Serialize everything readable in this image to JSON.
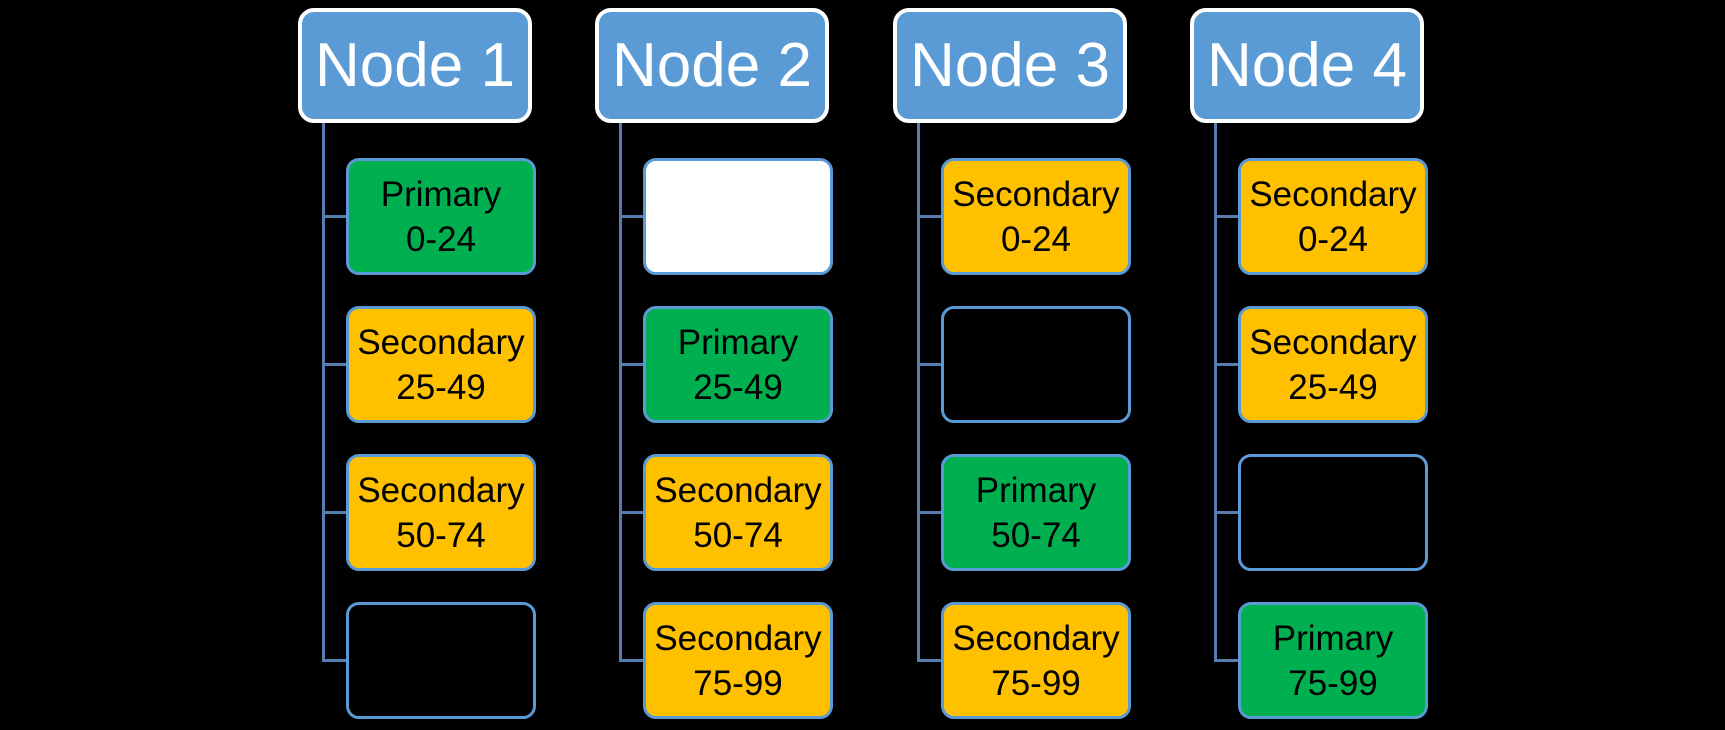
{
  "colors": {
    "background": "#000000",
    "node_fill": "#5B9BD5",
    "node_border": "#FFFFFF",
    "node_text": "#FFFFFF",
    "child_border": "#5B9BD5",
    "child_text": "#000000",
    "connector": "#557DAF",
    "primary_fill": "#00B050",
    "secondary_fill": "#FFC000",
    "white_fill": "#FFFFFF"
  },
  "columns": [
    {
      "label": "Node 1",
      "children": [
        {
          "kind": "primary",
          "role": "Primary",
          "range": "0-24"
        },
        {
          "kind": "secondary",
          "role": "Secondary",
          "range": "25-49"
        },
        {
          "kind": "secondary",
          "role": "Secondary",
          "range": "50-74"
        },
        {
          "kind": "empty",
          "role": "",
          "range": ""
        }
      ]
    },
    {
      "label": "Node 2",
      "children": [
        {
          "kind": "white",
          "role": "",
          "range": ""
        },
        {
          "kind": "primary",
          "role": "Primary",
          "range": "25-49"
        },
        {
          "kind": "secondary",
          "role": "Secondary",
          "range": "50-74"
        },
        {
          "kind": "secondary",
          "role": "Secondary",
          "range": "75-99"
        }
      ]
    },
    {
      "label": "Node 3",
      "children": [
        {
          "kind": "secondary",
          "role": "Secondary",
          "range": "0-24"
        },
        {
          "kind": "empty",
          "role": "",
          "range": ""
        },
        {
          "kind": "primary",
          "role": "Primary",
          "range": "50-74"
        },
        {
          "kind": "secondary",
          "role": "Secondary",
          "range": "75-99"
        }
      ]
    },
    {
      "label": "Node 4",
      "children": [
        {
          "kind": "secondary",
          "role": "Secondary",
          "range": "0-24"
        },
        {
          "kind": "secondary",
          "role": "Secondary",
          "range": "25-49"
        },
        {
          "kind": "empty",
          "role": "",
          "range": ""
        },
        {
          "kind": "primary",
          "role": "Primary",
          "range": "75-99"
        }
      ]
    }
  ]
}
